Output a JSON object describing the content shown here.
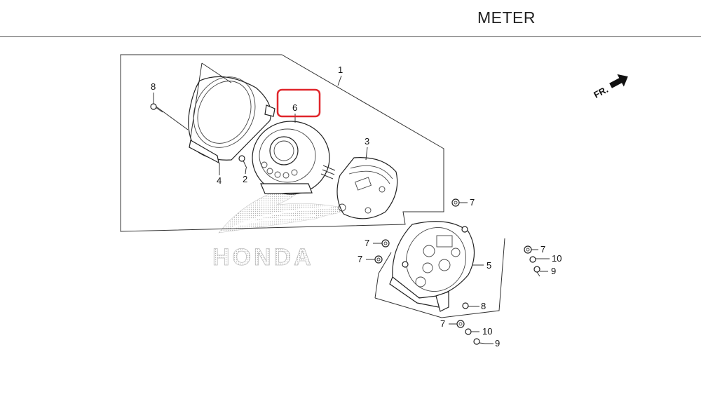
{
  "header": {
    "title": "METER"
  },
  "watermark": {
    "text": "HONDA"
  },
  "direction": {
    "label": "FR."
  },
  "highlight": {
    "color": "#e0262b",
    "part": "6"
  },
  "callouts": [
    {
      "id": "c1",
      "label": "1"
    },
    {
      "id": "c2",
      "label": "2"
    },
    {
      "id": "c3",
      "label": "3"
    },
    {
      "id": "c4",
      "label": "4"
    },
    {
      "id": "c5",
      "label": "5"
    },
    {
      "id": "c6",
      "label": "6"
    },
    {
      "id": "c7a",
      "label": "7"
    },
    {
      "id": "c7b",
      "label": "7"
    },
    {
      "id": "c7c",
      "label": "7"
    },
    {
      "id": "c7d",
      "label": "7"
    },
    {
      "id": "c7e",
      "label": "7"
    },
    {
      "id": "c8a",
      "label": "8"
    },
    {
      "id": "c8b",
      "label": "8"
    },
    {
      "id": "c9a",
      "label": "9"
    },
    {
      "id": "c9b",
      "label": "9"
    },
    {
      "id": "c10a",
      "label": "10"
    },
    {
      "id": "c10b",
      "label": "10"
    }
  ]
}
